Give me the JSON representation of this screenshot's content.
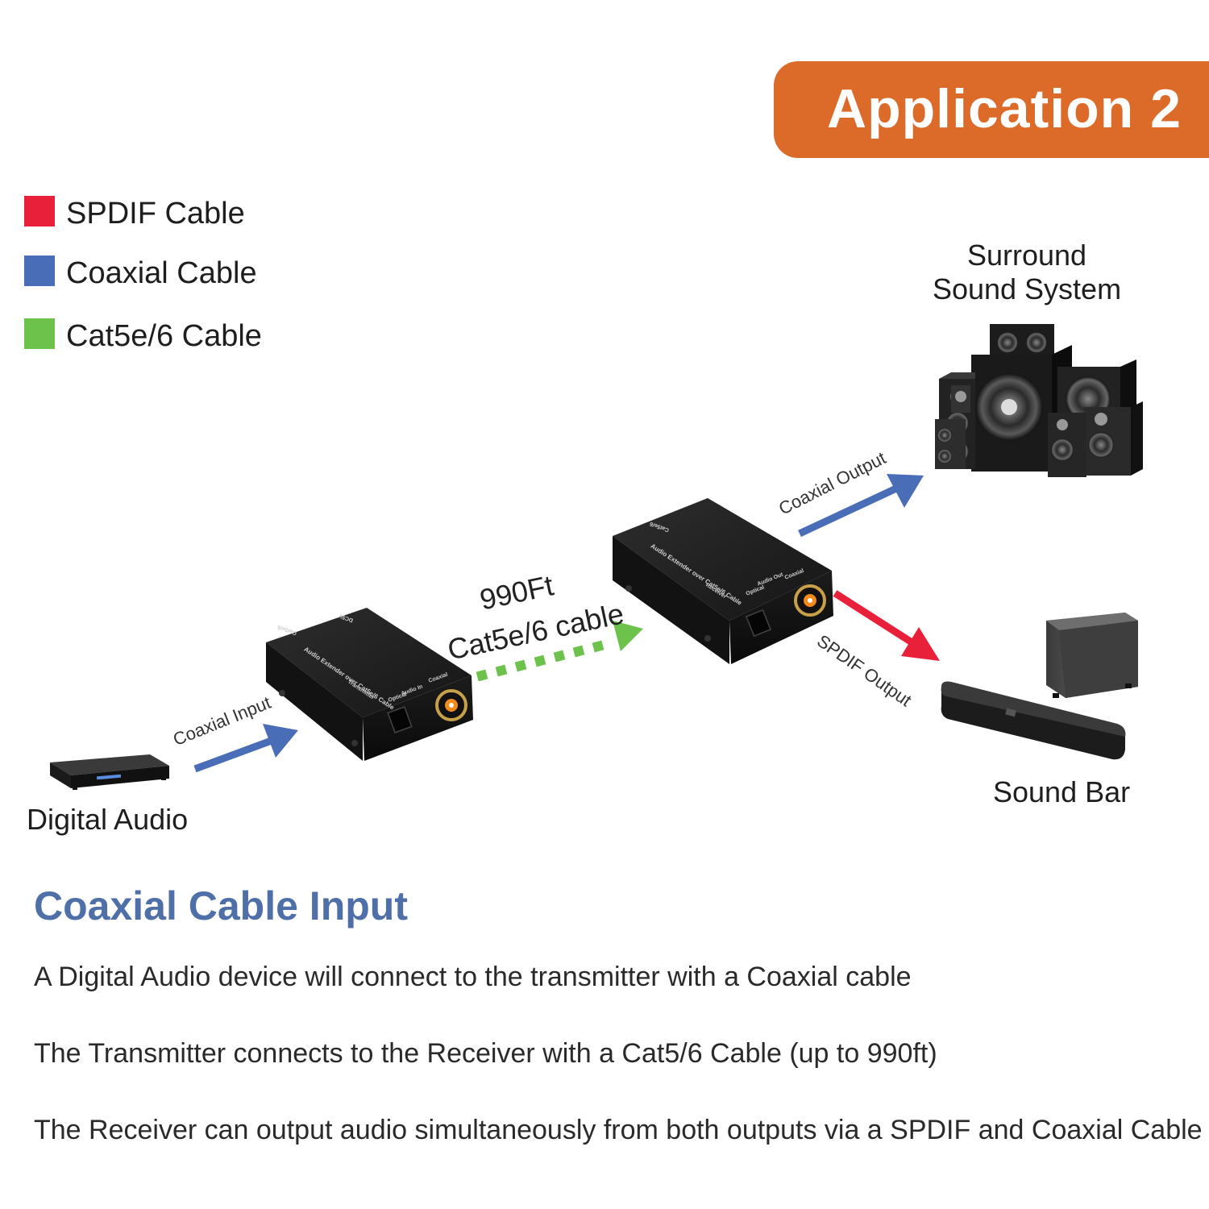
{
  "banner": {
    "title": "Application 2",
    "color": "#dc6a28"
  },
  "legend": [
    {
      "label": "SPDIF Cable",
      "color": "#e8203a"
    },
    {
      "label": "Coaxial Cable",
      "color": "#4a6db8"
    },
    {
      "label": "Cat5e/6 Cable",
      "color": "#6cc24a"
    }
  ],
  "devices": {
    "source": "Digital Audio",
    "surround": {
      "line1": "Surround",
      "line2": "Sound System"
    },
    "soundbar": "Sound Bar"
  },
  "transmitter": {
    "top_label": "Audio Extender over Cat5e/6 Cable",
    "sub_label": "Transmitter",
    "port_group": "Audio In",
    "port_optical": "Optical",
    "port_coaxial": "Coaxial",
    "back_cat": "Cat5e/6",
    "back_dc": "DC5V"
  },
  "receiver": {
    "top_label": "Audio Extender over Cat5e/6 Cable",
    "sub_label": "Receiver",
    "port_group": "Audio Out",
    "port_optical": "Optical",
    "port_coaxial": "Coaxial",
    "back_cat": "Cat5e/6"
  },
  "arrows": {
    "coaxial_input": "Coaxial Input",
    "coaxial_output": "Coaxial Output",
    "spdif_output": "SPDIF Output"
  },
  "cable": {
    "line1": "990Ft",
    "line2": "Cat5e/6 cable"
  },
  "section": {
    "title": "Coaxial Cable Input",
    "title_color": "#4f6fa8",
    "lines": [
      "A Digital Audio device will connect to the transmitter with a Coaxial cable",
      "The Transmitter connects to the Receiver with a Cat5/6 Cable (up to 990ft)",
      "The Receiver can output audio simultaneously from both outputs via a SPDIF and Coaxial Cable"
    ]
  }
}
